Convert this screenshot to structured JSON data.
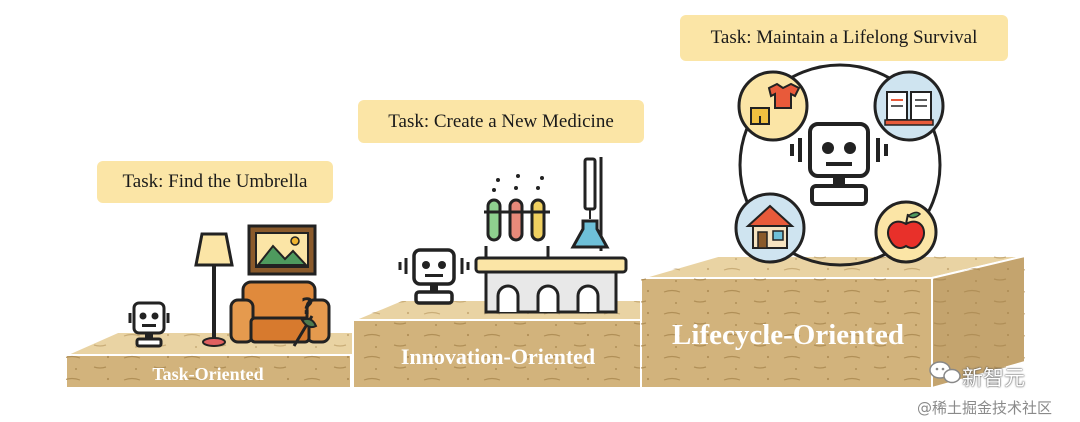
{
  "tasks": [
    {
      "text": "Task: Find the Umbrella"
    },
    {
      "text": "Task: Create a New Medicine"
    },
    {
      "text": "Task: Maintain a Lifelong Survival"
    }
  ],
  "steps": [
    {
      "label": "Task-Oriented"
    },
    {
      "label": "Innovation-Oriented"
    },
    {
      "label": "Lifecycle-Oriented"
    }
  ],
  "icons": {
    "step1": [
      "robot-icon",
      "floor-lamp-icon",
      "picture-frame-icon",
      "sofa-icon",
      "umbrella-icon",
      "question-mark-icon"
    ],
    "step2": [
      "robot-icon",
      "test-tubes-icon",
      "laboratory-bench-icon",
      "flask-icon"
    ],
    "step3": [
      "robot-icon",
      "clothes-icon",
      "book-icon",
      "house-icon",
      "apple-icon"
    ]
  },
  "watermark": {
    "brand": "新智元",
    "site": "@稀土掘金技术社区"
  },
  "colors": {
    "task_box": "#fbe5a6",
    "wood_top": "#e9d3a3",
    "wood_front": "#d2b37c",
    "wood_side": "#c4a46e",
    "grain": "#a8864e"
  }
}
